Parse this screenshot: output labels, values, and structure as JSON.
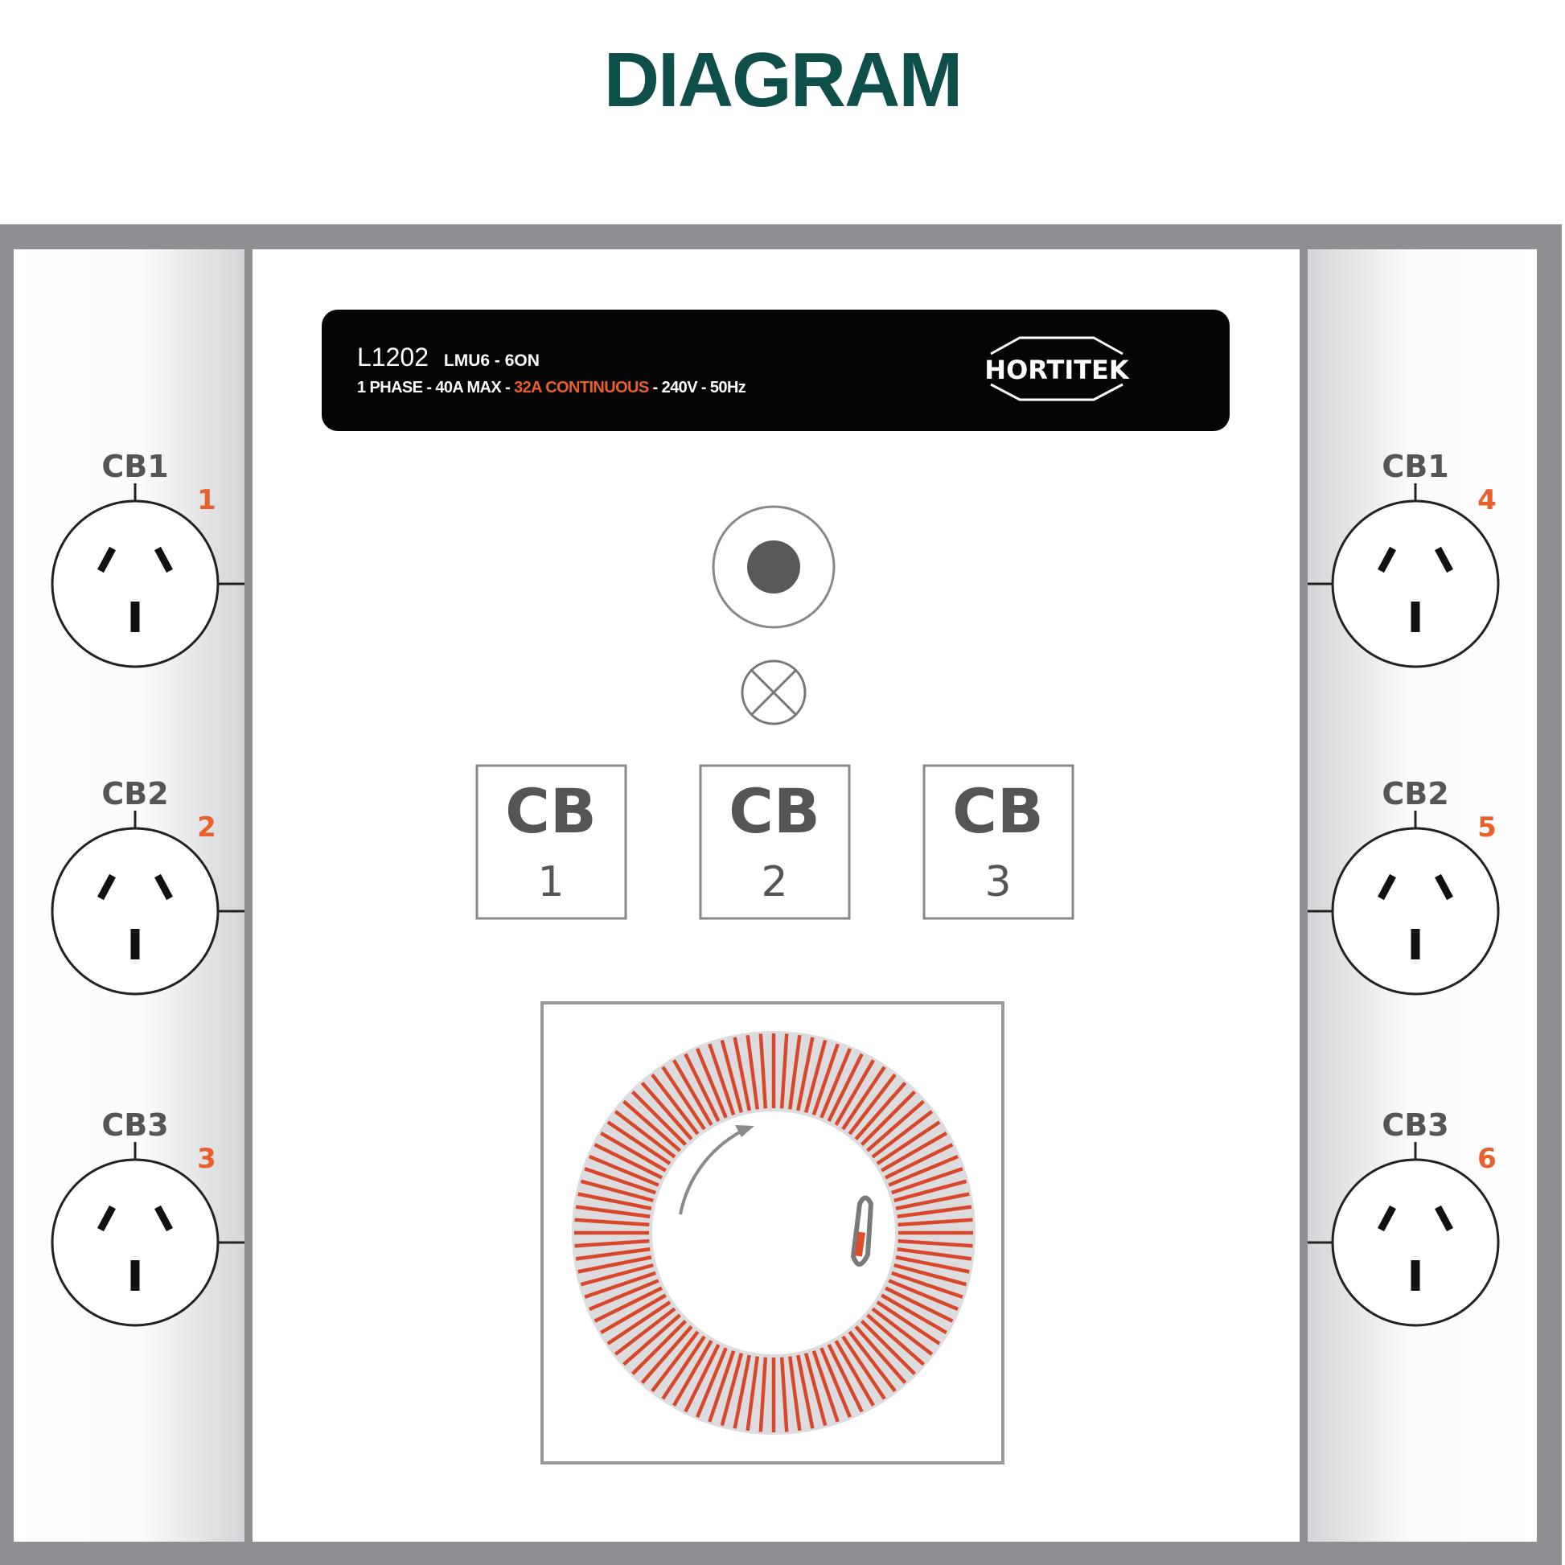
{
  "title": "DIAGRAM",
  "plate": {
    "model": "L1202",
    "code": "LMU6 - 6ON",
    "spec_a": "1 PHASE - 40A MAX - ",
    "spec_highlight": "32A CONTINUOUS",
    "spec_b": " - 240V - 50Hz",
    "brand": "HORTITEK"
  },
  "sockets": [
    {
      "breaker": "CB1",
      "number": "1",
      "side": "left"
    },
    {
      "breaker": "CB2",
      "number": "2",
      "side": "left"
    },
    {
      "breaker": "CB3",
      "number": "3",
      "side": "left"
    },
    {
      "breaker": "CB1",
      "number": "4",
      "side": "right"
    },
    {
      "breaker": "CB2",
      "number": "5",
      "side": "right"
    },
    {
      "breaker": "CB3",
      "number": "6",
      "side": "right"
    }
  ],
  "breakers": [
    {
      "label": "CB",
      "number": "1"
    },
    {
      "label": "CB",
      "number": "2"
    },
    {
      "label": "CB",
      "number": "3"
    }
  ],
  "colors": {
    "accent": "#e8602c",
    "title": "#0f4f4b",
    "frame": "#8e8f93"
  }
}
